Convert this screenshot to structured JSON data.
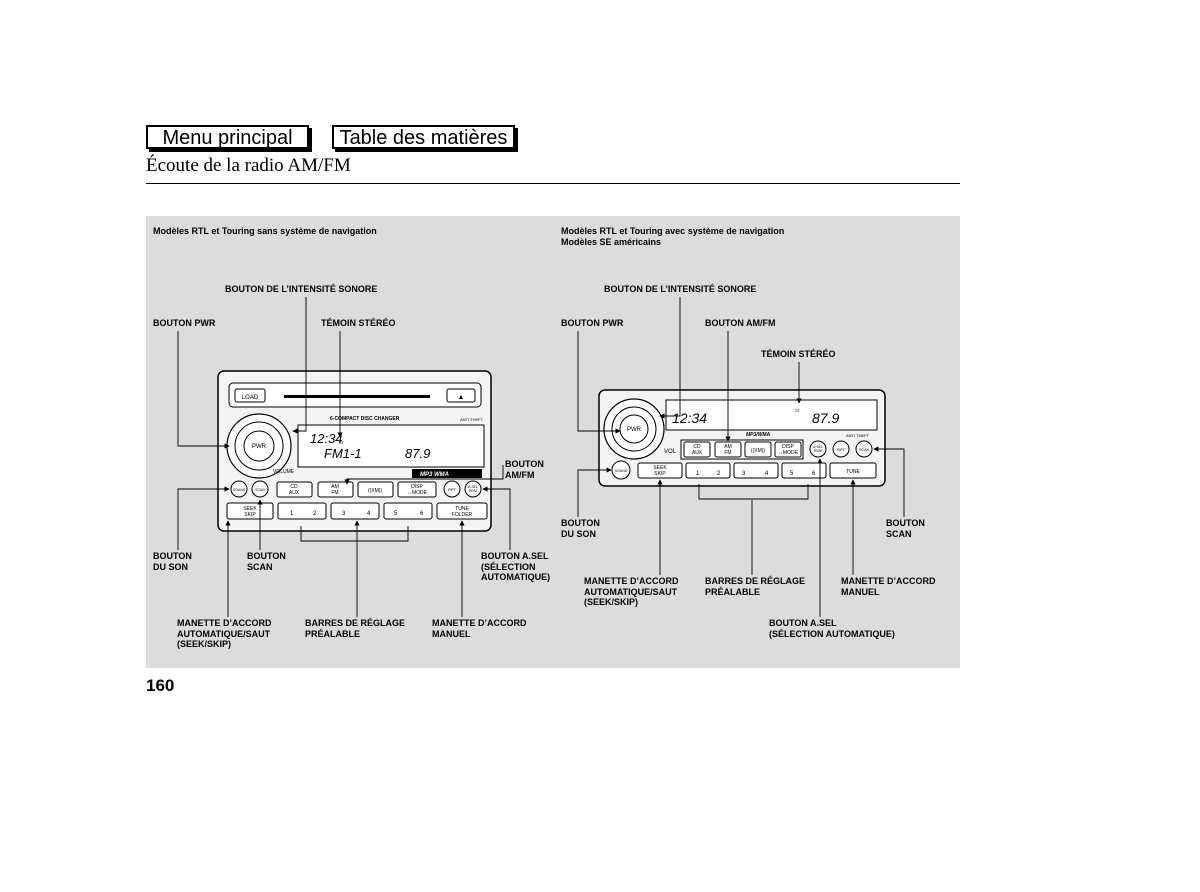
{
  "nav": {
    "menu_label": "Menu principal",
    "toc_label": "Table des matières"
  },
  "page_title": "Écoute de la radio AM/FM",
  "page_number": "160",
  "left": {
    "caption": "Modèles RTL et Touring sans système de navigation",
    "labels": {
      "volume": "BOUTON DE L’INTENSITÉ SONORE",
      "pwr": "BOUTON PWR",
      "stereo": "TÉMOIN STÉRÉO",
      "amfm": "BOUTON\nAM/FM",
      "sound": "BOUTON\nDU SON",
      "scan": "BOUTON\nSCAN",
      "asel": "BOUTON A.SEL\n(SÉLECTION\nAUTOMATIQUE)",
      "seek": "MANETTE D’ACCORD\nAUTOMATIQUE/SAUT\n(SEEK/SKIP)",
      "preset": "BARRES DE RÉGLAGE\nPRÉALABLE",
      "tune": "MANETTE D’ACCORD\nMANUEL"
    },
    "radio": {
      "load": "LOAD",
      "eject": "▲",
      "changer": "6-COMPACT DISC CHANGER",
      "antitheft": "ANTI THEFT",
      "clock": "12:34",
      "st": "ST",
      "band": "FM1-1",
      "freq": "87.9",
      "pwr": "PWR",
      "volume": "VOLUME",
      "mp3": "MP3  WMA",
      "cd": "CD\nAUX",
      "am": "AM\nFM",
      "xm": "((XM))",
      "disp": "DISP\n↔MODE",
      "rpt": "RPT",
      "asel": "A.SEL\nRDM",
      "sound": "SOUND",
      "scan": "SCAN",
      "seek": "SEEK\nSKIP",
      "p1": "1",
      "p2": "2",
      "p3": "3",
      "p4": "4",
      "p5": "5",
      "p6": "6",
      "tunebtn": "TUNE\nFOLDER"
    }
  },
  "right": {
    "caption": "Modèles RTL et Touring avec système de navigation\nModèles SE américains",
    "labels": {
      "volume": "BOUTON DE L’INTENSITÉ SONORE",
      "pwr": "BOUTON PWR",
      "amfm": "BOUTON AM/FM",
      "stereo": "TÉMOIN STÉRÉO",
      "sound": "BOUTON\nDU SON",
      "scan": "BOUTON\nSCAN",
      "seek": "MANETTE D’ACCORD\nAUTOMATIQUE/SAUT\n(SEEK/SKIP)",
      "preset": "BARRES DE RÉGLAGE\nPRÉALABLE",
      "tune": "MANETTE D’ACCORD\nMANUEL",
      "asel": "BOUTON A.SEL\n(SÉLECTION AUTOMATIQUE)"
    },
    "radio": {
      "clock": "12:34",
      "st": "ST",
      "freq": "87.9",
      "pwr": "PWR",
      "vol": "VOL",
      "mp3": "MP3/WMA",
      "antitheft": "ANTI THEFT",
      "cd": "CD\nAUX",
      "am": "AM\nFM",
      "xm": "((XM))",
      "disp": "DISP\n↔MODE",
      "asel": "A.SEL\nRDM",
      "rpt": "RPT",
      "scan": "SCAN",
      "sound": "SOUND",
      "seek": "SEEK\nSKIP",
      "p1": "1",
      "p2": "2",
      "p3": "3",
      "p4": "4",
      "p5": "5",
      "p6": "6",
      "tunebtn": "TUNE"
    }
  }
}
